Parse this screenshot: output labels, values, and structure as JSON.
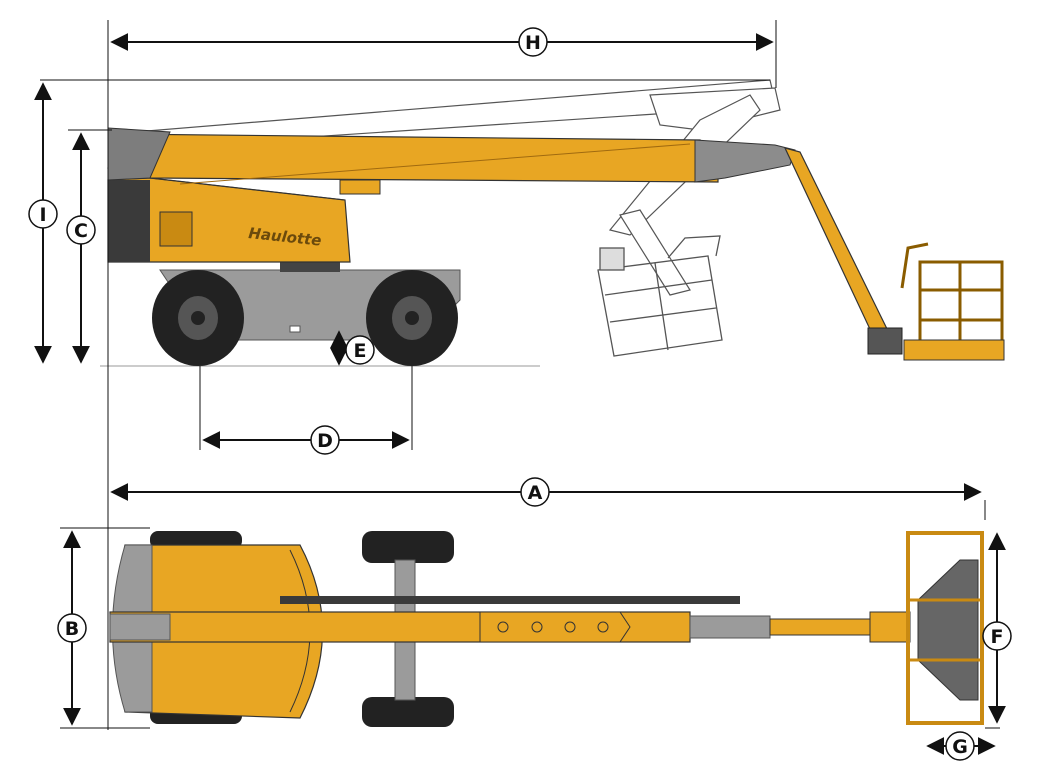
{
  "brand": {
    "name": "Haulotte"
  },
  "colors": {
    "body": "#e8a623",
    "body_dark": "#c98a12",
    "grey": "#9a9a9a",
    "tire": "#222222",
    "line": "#111111"
  },
  "dimensions": {
    "A": "A",
    "B": "B",
    "C": "C",
    "D": "D",
    "E": "E",
    "F": "F",
    "G": "G",
    "H": "H",
    "I": "I"
  }
}
